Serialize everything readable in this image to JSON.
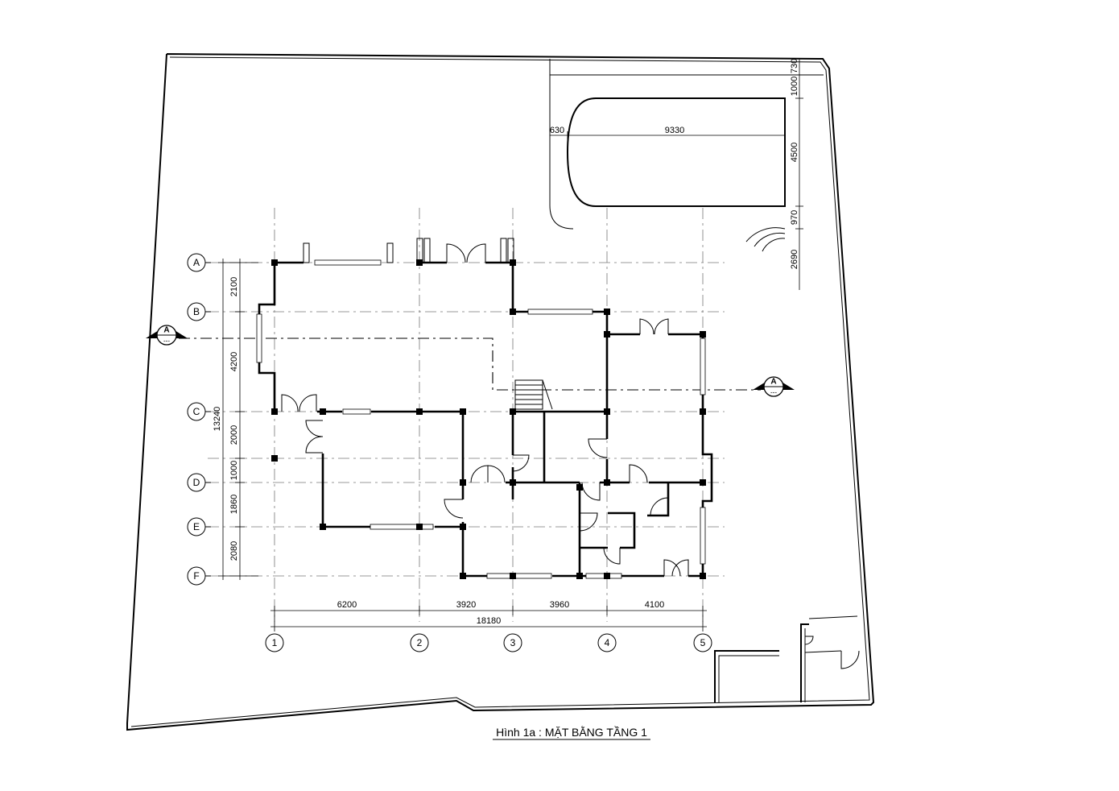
{
  "caption": "Hình 1a : MẶT BẰNG TẦNG 1",
  "grid_columns": [
    {
      "label": "1"
    },
    {
      "label": "2"
    },
    {
      "label": "3"
    },
    {
      "label": "4"
    },
    {
      "label": "5"
    }
  ],
  "grid_rows": [
    {
      "label": "A"
    },
    {
      "label": "B"
    },
    {
      "label": "C"
    },
    {
      "label": "D"
    },
    {
      "label": "E"
    },
    {
      "label": "F"
    }
  ],
  "horizontal_dims": [
    "6200",
    "3920",
    "3960",
    "4100"
  ],
  "horizontal_total": "18180",
  "vertical_dims": [
    "2100",
    "4200",
    "2000",
    "1000",
    "1860",
    "2080"
  ],
  "vertical_total": "13240",
  "pool_dims": {
    "left_offset": "630",
    "length": "9330",
    "top_a": "730",
    "top_b": "1000",
    "width": "4500",
    "gap": "970",
    "step": "2690"
  },
  "section_marker": {
    "label": "A",
    "sub": "---"
  }
}
